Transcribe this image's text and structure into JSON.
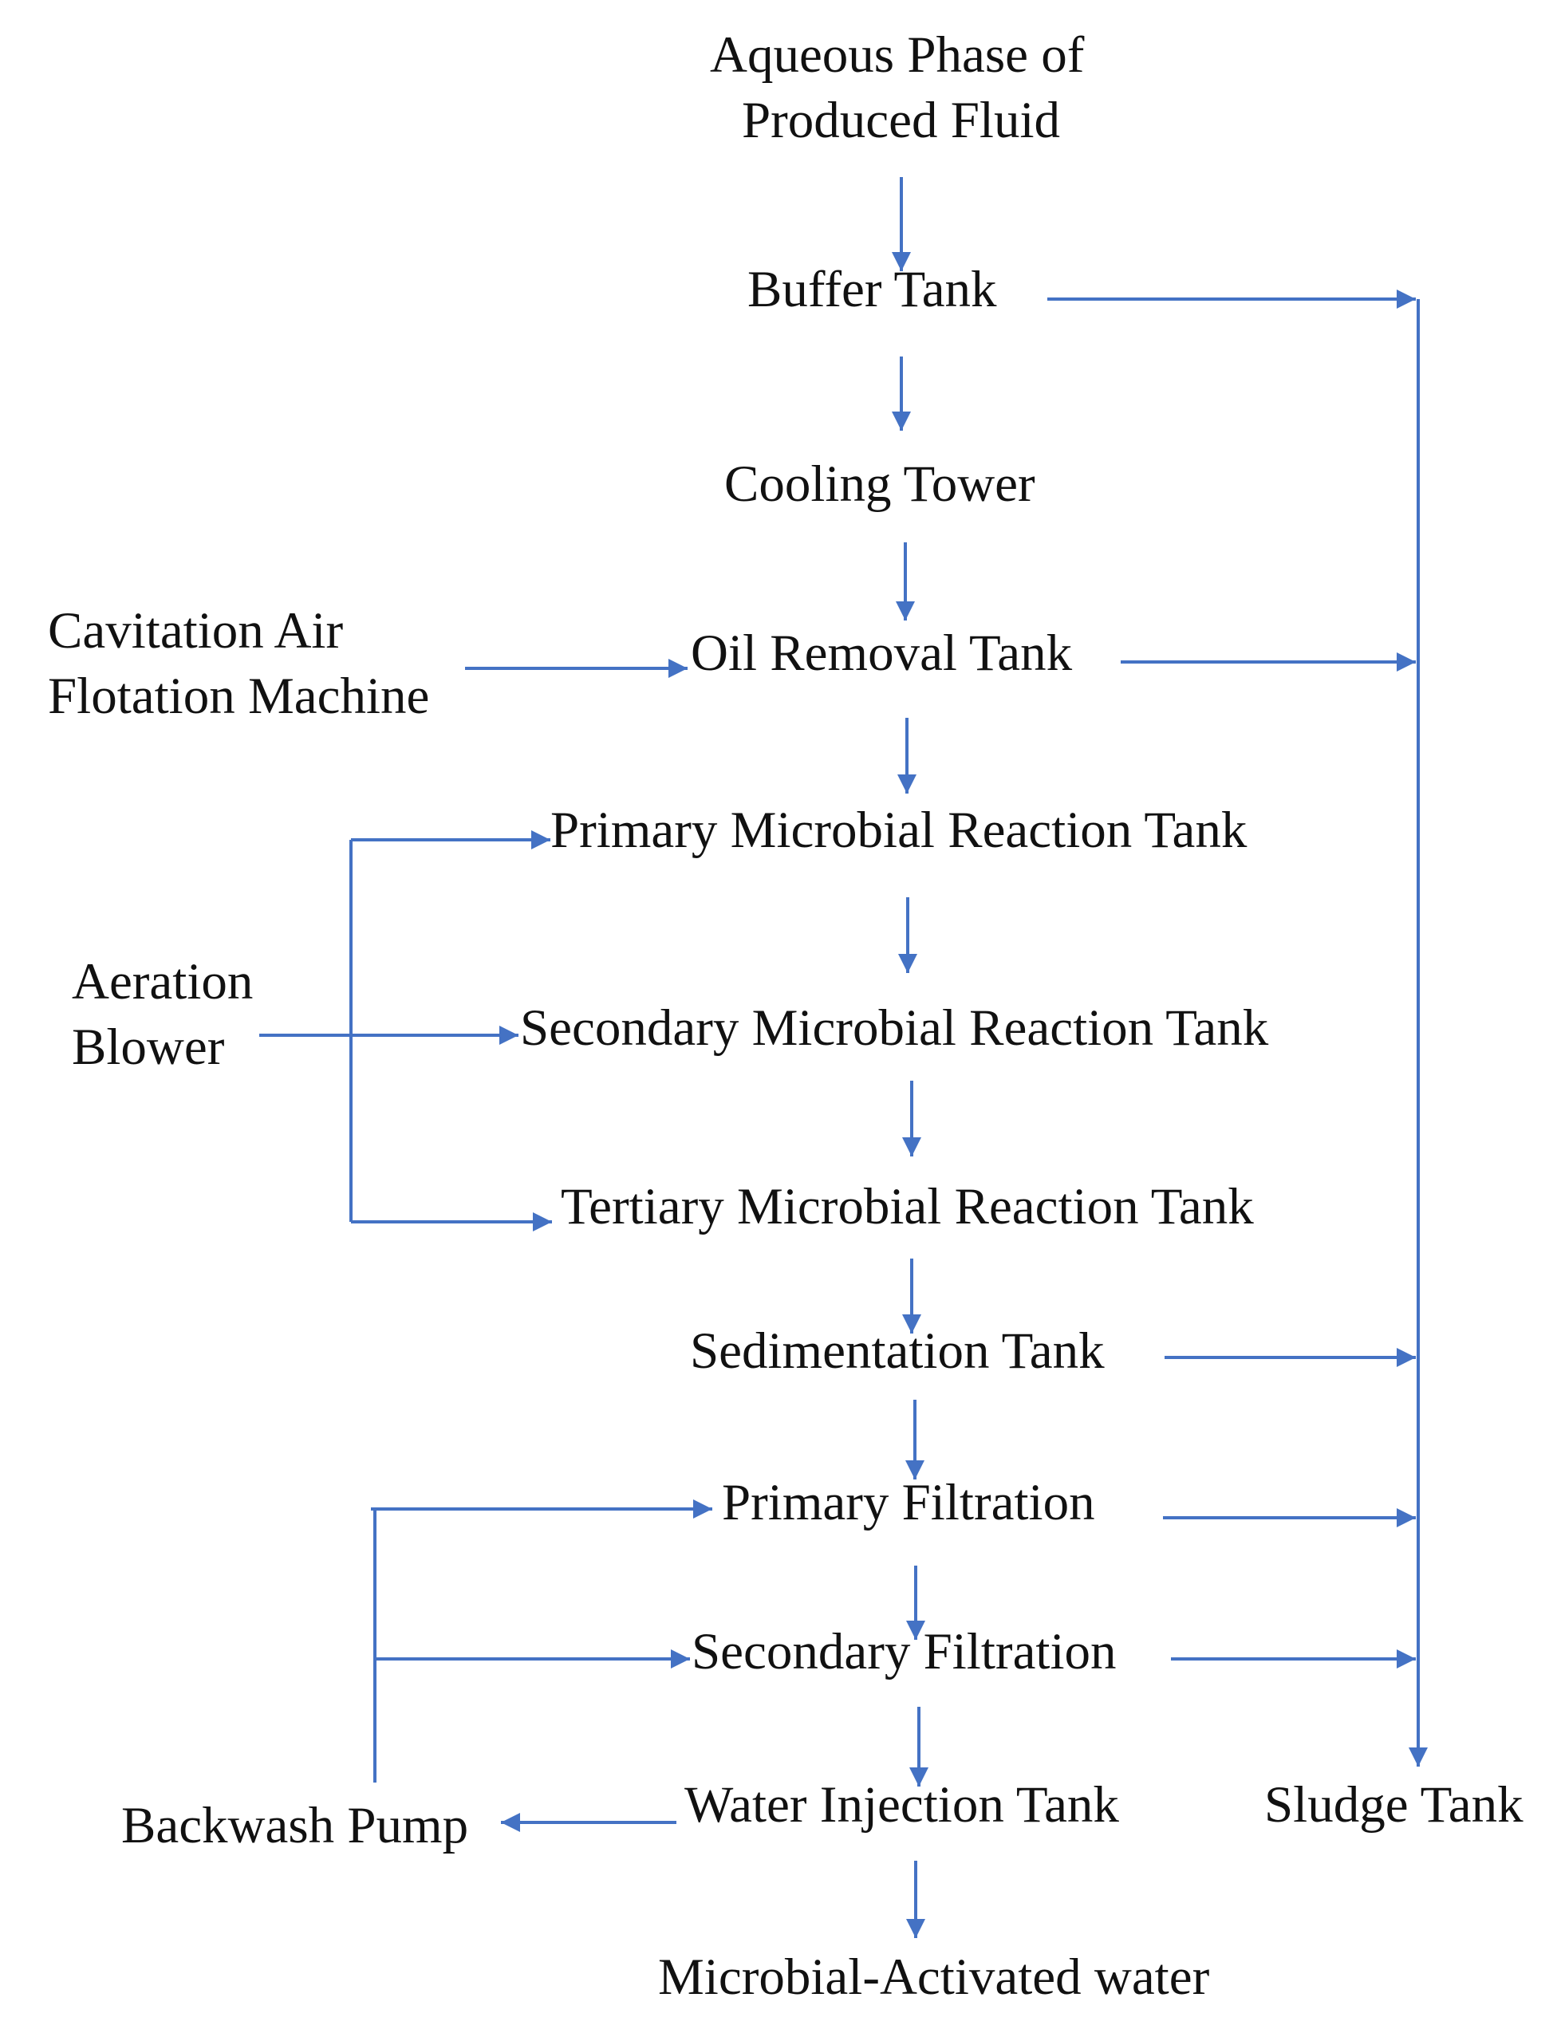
{
  "diagram": {
    "colors": {
      "arrow": "#4472C4",
      "text": "#111111",
      "background": "#ffffff"
    },
    "nodes": {
      "aqueous_phase": {
        "lines": [
          "Aqueous Phase of",
          "Produced Fluid"
        ]
      },
      "buffer_tank": {
        "label": "Buffer Tank"
      },
      "cooling_tower": {
        "label": "Cooling Tower"
      },
      "cavitation_machine": {
        "lines": [
          "Cavitation Air",
          "Flotation Machine"
        ]
      },
      "oil_removal_tank": {
        "label": "Oil Removal Tank"
      },
      "aeration_blower": {
        "lines": [
          "Aeration",
          "Blower"
        ]
      },
      "primary_reaction_tank": {
        "label": "Primary Microbial Reaction Tank"
      },
      "secondary_reaction_tank": {
        "label": "Secondary Microbial Reaction Tank"
      },
      "tertiary_reaction_tank": {
        "label": "Tertiary Microbial Reaction Tank"
      },
      "sedimentation_tank": {
        "label": "Sedimentation Tank"
      },
      "primary_filtration": {
        "label": "Primary Filtration"
      },
      "secondary_filtration": {
        "label": "Secondary Filtration"
      },
      "water_injection_tank": {
        "label": "Water Injection Tank"
      },
      "backwash_pump": {
        "label": "Backwash Pump"
      },
      "sludge_tank": {
        "label": "Sludge Tank"
      },
      "activated_water": {
        "label": "Microbial-Activated water"
      }
    },
    "edges": [
      {
        "from": "Aqueous Phase of Produced Fluid",
        "to": "Buffer Tank"
      },
      {
        "from": "Buffer Tank",
        "to": "Cooling Tower"
      },
      {
        "from": "Cooling Tower",
        "to": "Oil Removal Tank"
      },
      {
        "from": "Cavitation Air Flotation Machine",
        "to": "Oil Removal Tank"
      },
      {
        "from": "Oil Removal Tank",
        "to": "Primary Microbial Reaction Tank"
      },
      {
        "from": "Primary Microbial Reaction Tank",
        "to": "Secondary Microbial Reaction Tank"
      },
      {
        "from": "Secondary Microbial Reaction Tank",
        "to": "Tertiary Microbial Reaction Tank"
      },
      {
        "from": "Tertiary Microbial Reaction Tank",
        "to": "Sedimentation Tank"
      },
      {
        "from": "Sedimentation Tank",
        "to": "Primary Filtration"
      },
      {
        "from": "Primary Filtration",
        "to": "Secondary Filtration"
      },
      {
        "from": "Secondary Filtration",
        "to": "Water Injection Tank"
      },
      {
        "from": "Water Injection Tank",
        "to": "Microbial-Activated water"
      },
      {
        "from": "Water Injection Tank",
        "to": "Backwash Pump"
      },
      {
        "from": "Aeration Blower",
        "to": "Primary Microbial Reaction Tank"
      },
      {
        "from": "Aeration Blower",
        "to": "Secondary Microbial Reaction Tank"
      },
      {
        "from": "Aeration Blower",
        "to": "Tertiary Microbial Reaction Tank"
      },
      {
        "from": "Backwash Pump",
        "to": "Primary Filtration"
      },
      {
        "from": "Backwash Pump",
        "to": "Secondary Filtration"
      },
      {
        "from": "Buffer Tank",
        "to": "Sludge Tank"
      },
      {
        "from": "Oil Removal Tank",
        "to": "Sludge Tank"
      },
      {
        "from": "Sedimentation Tank",
        "to": "Sludge Tank"
      },
      {
        "from": "Primary Filtration",
        "to": "Sludge Tank"
      },
      {
        "from": "Secondary Filtration",
        "to": "Sludge Tank"
      }
    ]
  }
}
